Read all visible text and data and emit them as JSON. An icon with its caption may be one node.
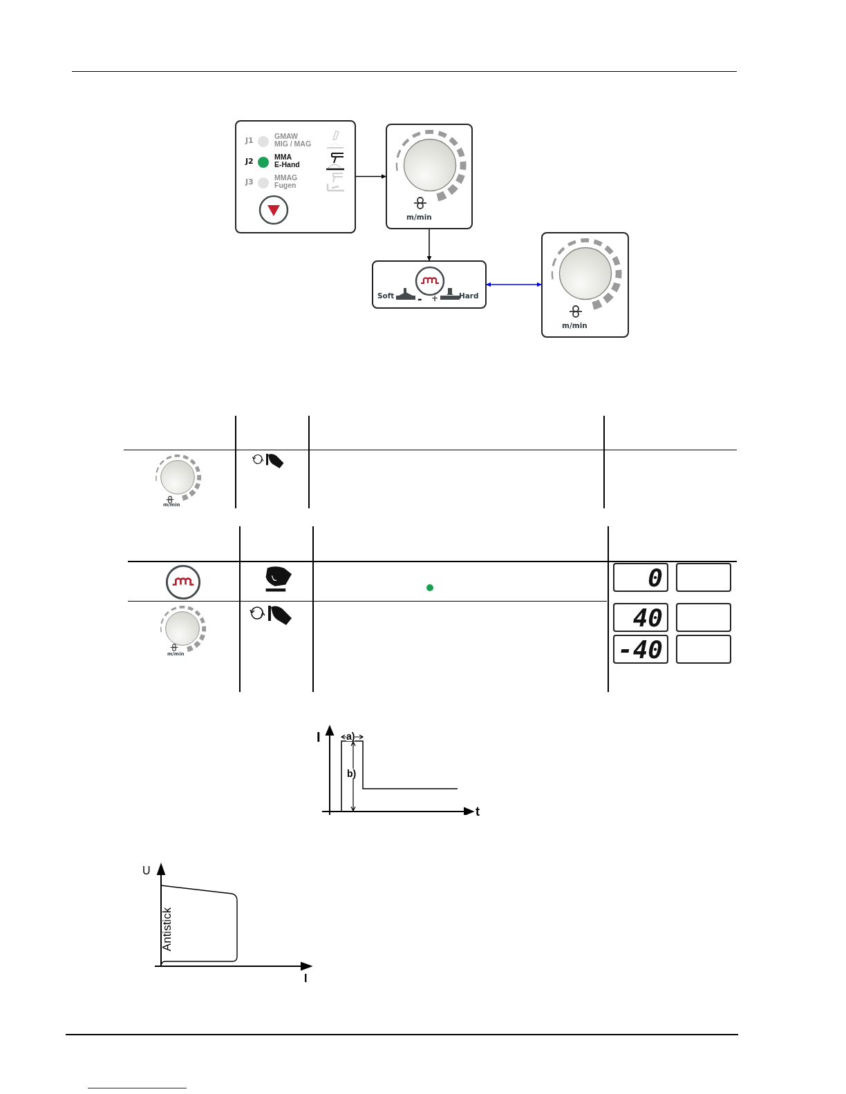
{
  "diagram": {
    "nodes": [
      {
        "text": [
          "J1",
          "GMAW MIG / MAG",
          "J2",
          "MMA E-Hand",
          "J3",
          "MMAG Fugen"
        ]
      },
      {
        "text": [
          "m/min"
        ]
      },
      {
        "text": [
          "Soft",
          "-",
          "+",
          "Hard"
        ]
      },
      {
        "text": [
          "m/min"
        ]
      },
      {
        "text": [],
        "shape": "box"
      },
      {
        "text": [],
        "shape": "box"
      },
      {
        "text": [],
        "shape": "box"
      }
    ],
    "edges": [
      {
        "from": 0,
        "to": 1,
        "arrow": "to"
      },
      {
        "from": 1,
        "to": 2,
        "arrow": "to"
      },
      {
        "from": 2,
        "to": 3,
        "arrow": "both",
        "color": "#0000ff"
      }
    ],
    "labels": [
      "m/min",
      "0",
      "m/min",
      "40",
      "-40",
      "I",
      "a)",
      "b)",
      "t",
      "U",
      "Antistick",
      "I"
    ]
  }
}
